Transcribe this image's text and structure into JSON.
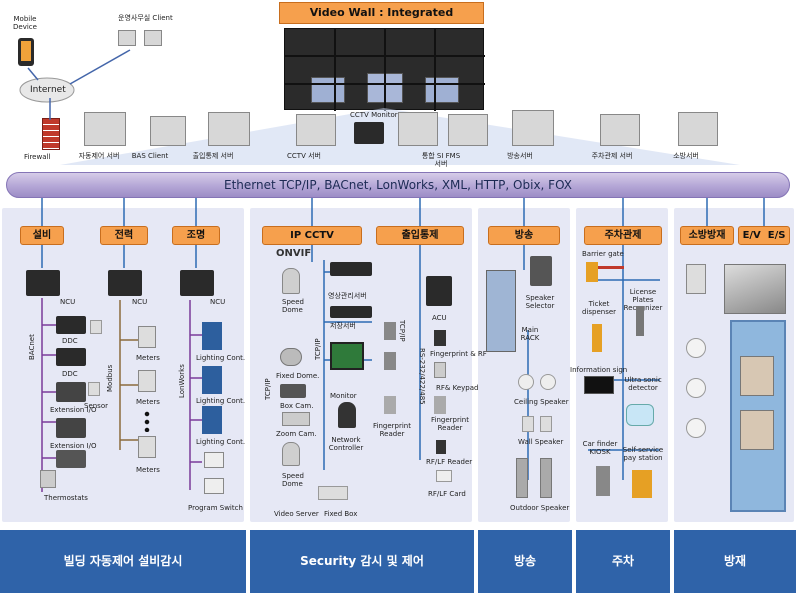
{
  "title": "Video Wall : Integrated Monitoring",
  "bus": "Ethernet TCP/IP, BACnet, LonWorks, XML, HTTP, Obix, FOX",
  "top": {
    "mobile": "Mobile\nDevice",
    "internet": "Internet",
    "firewall": "Firewall",
    "ops_client": "운영사무실 Client",
    "cctv_monitor": "CCTV Monitor",
    "servers": [
      "자동제어 서버",
      "BAS Client",
      "출입통제 서버",
      "CCTV 서버",
      "통합 SI FMS\n서버",
      "방송서버",
      "주차관제 서버",
      "소방서버"
    ]
  },
  "groups": [
    {
      "label": "설비"
    },
    {
      "label": "전력"
    },
    {
      "label": "조명"
    },
    {
      "label": "IP CCTV"
    },
    {
      "label": "출입통제"
    },
    {
      "label": "방송"
    },
    {
      "label": "주차관제"
    },
    {
      "label": "소방방재"
    },
    {
      "label": "E/V  E/S"
    }
  ],
  "facility": {
    "ncu1": "NCU",
    "ddc1": "DDC",
    "ddc2": "DDC",
    "bacnet": "BACnet",
    "sensor": "Sensor",
    "ext1": "Extension I/O",
    "ext2": "Extension I/O",
    "thermostats": "Thermostats"
  },
  "power": {
    "ncu": "NCU",
    "modbus": "Modbus",
    "meters1": "Meters",
    "meters2": "Meters",
    "meters3": "Meters"
  },
  "lighting": {
    "ncu": "NCU",
    "lonworks": "LonWorks",
    "lc1": "Lighting Cont.",
    "lc2": "Lighting Cont.",
    "lc3": "Lighting Cont.",
    "switch": "Program Switch"
  },
  "cctv": {
    "onvif": "ONVIF",
    "speed_dome1": "Speed\nDome",
    "fixed_dome": "Fixed Dome.",
    "box_cam": "Box Cam.",
    "zoom_cam": "Zoom Cam.",
    "speed_dome2": "Speed\nDome",
    "video_server": "Video Server",
    "fixed_box": "Fixed Box",
    "tcpip1": "TCP/IP",
    "tcpip2": "TCP/IP",
    "vms": "영상관리서버",
    "storage": "저장서버",
    "monitor": "Monitor",
    "net_controller": "Network\nController"
  },
  "access": {
    "tcpip": "TCP/IP",
    "rs": "RS-232/422/485",
    "acu": "ACU",
    "fp_rf": "Fingerprint & RF",
    "rf_keypad": "RF& Keypad",
    "fp_reader1": "Fingerprint\nReader",
    "fp_reader2": "Fingerprint\nReader",
    "rflf_reader": "RF/LF Reader",
    "rflf_card": "RF/LF Card"
  },
  "broadcast": {
    "speaker_selector": "Speaker\nSelector",
    "main_rack": "Main\nRACK",
    "ceiling": "Ceiling Speaker",
    "wall": "Wall Speaker",
    "outdoor": "Outdoor Speaker"
  },
  "parking": {
    "barrier": "Barrier gate",
    "ticket": "Ticket\ndispenser",
    "lpr": "License Plates\nRecognizer",
    "info_sign": "Information sign",
    "ultra": "Ultra sonic\ndetector",
    "car_finder": "Car finder\nKIOSK",
    "pay": "Self-service\npay station"
  },
  "footer": [
    "빌딩 자동제어 설비감시",
    "Security 감시 및 제어",
    "방송",
    "주차",
    "방재"
  ]
}
